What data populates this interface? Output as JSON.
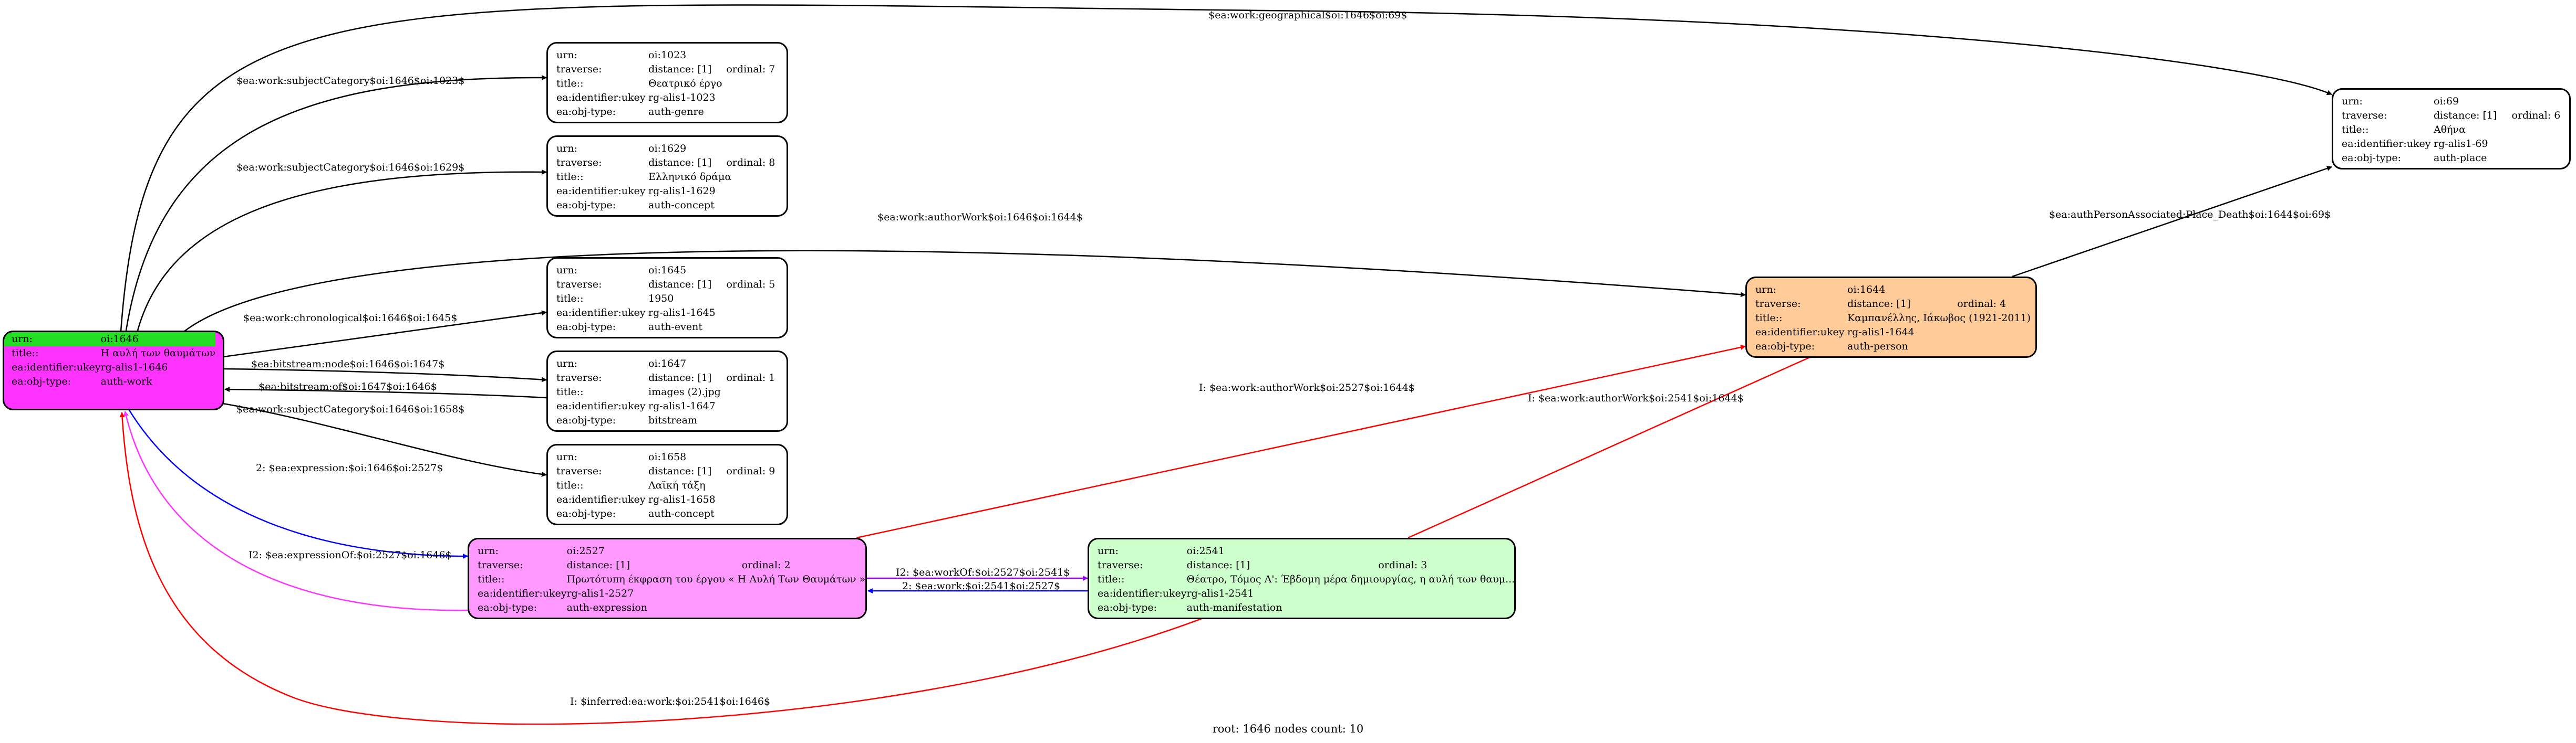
{
  "colors": {
    "root_fill": "#ff33ff",
    "root_highlight": "#22dd22",
    "expression_fill": "#ff99ff",
    "manifestation_fill": "#ccffcc",
    "person_fill": "#ffcc99",
    "default_fill": "#ffffff",
    "edge_red": "#ff0000",
    "edge_blue": "#0000ff",
    "edge_magenta": "#ff33ff",
    "edge_purple": "#9900ff",
    "edge_black": "#000000"
  },
  "labels": {
    "urn": "urn:",
    "traverse": "traverse:",
    "title": "title::",
    "title_root": "title::",
    "ukey": "ea:identifier:ukey",
    "objtype": "ea:obj-type:"
  },
  "nodes": {
    "n1646": {
      "urn": "oi:1646",
      "title": "Η αυλή των θαυμάτων",
      "ukey": "rg-alis1-1646",
      "objtype": "auth-work"
    },
    "n1023": {
      "urn": "oi:1023",
      "distance": "distance: [1]",
      "ordinal": "ordinal: 7",
      "title": "Θεατρικό έργο",
      "ukey": "rg-alis1-1023",
      "objtype": "auth-genre"
    },
    "n1629": {
      "urn": "oi:1629",
      "distance": "distance: [1]",
      "ordinal": "ordinal: 8",
      "title": "Ελληνικό δράμα",
      "ukey": "rg-alis1-1629",
      "objtype": "auth-concept"
    },
    "n1645": {
      "urn": "oi:1645",
      "distance": "distance: [1]",
      "ordinal": "ordinal: 5",
      "title": "1950",
      "ukey": "rg-alis1-1645",
      "objtype": "auth-event"
    },
    "n1647": {
      "urn": "oi:1647",
      "distance": "distance: [1]",
      "ordinal": "ordinal: 1",
      "title": "images (2).jpg",
      "ukey": "rg-alis1-1647",
      "objtype": "bitstream"
    },
    "n1658": {
      "urn": "oi:1658",
      "distance": "distance: [1]",
      "ordinal": "ordinal: 9",
      "title": "Λαϊκή τάξη",
      "ukey": "rg-alis1-1658",
      "objtype": "auth-concept"
    },
    "n2527": {
      "urn": "oi:2527",
      "distance": "distance: [1]",
      "ordinal": "ordinal: 2",
      "title": "Πρωτότυπη έκφραση του έργου « Η Αυλή Των Θαυμάτων »",
      "ukey": "rg-alis1-2527",
      "objtype": "auth-expression"
    },
    "n2541": {
      "urn": "oi:2541",
      "distance": "distance: [1]",
      "ordinal": "ordinal: 3",
      "title": "Θέατρο, Τόμος Α': Έβδομη μέρα δημιουργίας, η αυλή των θαυμ...",
      "ukey": "rg-alis1-2541",
      "objtype": "auth-manifestation"
    },
    "n1644": {
      "urn": "oi:1644",
      "distance": "distance: [1]",
      "ordinal": "ordinal: 4",
      "title": "Καμπανέλλης, Ιάκωβος (1921-2011)",
      "ukey": "rg-alis1-1644",
      "objtype": "auth-person"
    },
    "n69": {
      "urn": "oi:69",
      "distance": "distance: [1]",
      "ordinal": "ordinal: 6",
      "title": "Αθήνα",
      "ukey": "rg-alis1-69",
      "objtype": "auth-place"
    }
  },
  "edges": {
    "geographical": "$ea:work:geographical$oi:1646$oi:69$",
    "subject1023": "$ea:work:subjectCategory$oi:1646$oi:1023$",
    "subject1629": "$ea:work:subjectCategory$oi:1646$oi:1629$",
    "authorWork": "$ea:work:authorWork$oi:1646$oi:1644$",
    "authPerson": "$ea:authPersonAssociated:Place_Death$oi:1644$oi:69$",
    "chronological": "$ea:work:chronological$oi:1646$oi:1645$",
    "bitstreamNode": "$ea:bitstream:node$oi:1646$oi:1647$",
    "bitstreamOf": "$ea:bitstream:of$oi:1647$oi:1646$",
    "subject1658": "$ea:work:subjectCategory$oi:1646$oi:1658$",
    "expression": "2: $ea:expression:$oi:1646$oi:2527$",
    "expressionOf": "I2: $ea:expressionOf:$oi:2527$oi:1646$",
    "inferredAuthor2527": "I: $ea:work:authorWork$oi:2527$oi:1644$",
    "inferredAuthor2541": "I: $ea:work:authorWork$oi:2541$oi:1644$",
    "workOf": "I2: $ea:workOf:$oi:2527$oi:2541$",
    "work": "2: $ea:work:$oi:2541$oi:2527$",
    "inferredWork": "I: $inferred:ea:work:$oi:2541$oi:1646$"
  },
  "footer": "root: 1646 nodes count: 10"
}
